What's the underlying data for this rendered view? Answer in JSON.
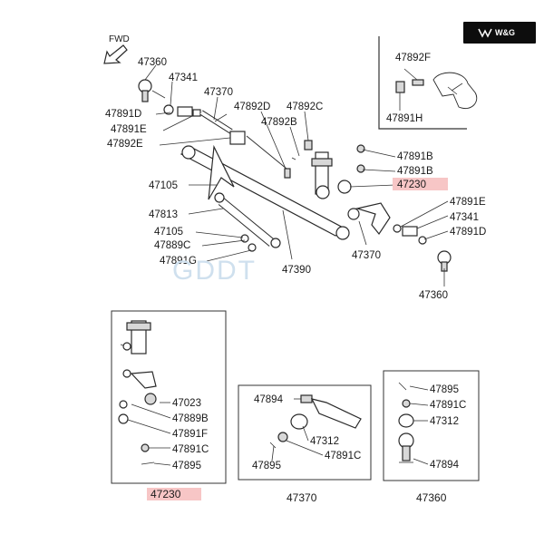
{
  "brand": {
    "label": "W&G",
    "logo": "wing-logo-icon"
  },
  "watermark": "GDDT",
  "fwd_label": "FWD",
  "accent": {
    "highlight": "#f7c6c6",
    "brand_bg": "#0d0d0d"
  },
  "main_labels": {
    "l47360a": "47360",
    "l47341a": "47341",
    "l47370a": "47370",
    "l47891d_a": "47891D",
    "l47891e_a": "47891E",
    "l47892e": "47892E",
    "l47892d": "47892D",
    "l47892c": "47892C",
    "l47892b": "47892B",
    "l47892f": "47892F",
    "l47891h": "47891H",
    "l47891b_1": "47891B",
    "l47891b_2": "47891B",
    "l47230": "47230",
    "l47105a": "47105",
    "l47813": "47813",
    "l47105b": "47105",
    "l47889c": "47889C",
    "l47891g": "47891G",
    "l47390": "47390",
    "l47370b": "47370",
    "l47891e_b": "47891E",
    "l47341b": "47341",
    "l47891d_b": "47891D",
    "l47360b": "47360"
  },
  "box_47230": {
    "caption": "47230",
    "items": [
      "47023",
      "47889B",
      "47891F",
      "47891C",
      "47895"
    ]
  },
  "box_47370": {
    "caption": "47370",
    "items": [
      "47894",
      "47312",
      "47891C",
      "47895"
    ]
  },
  "box_47360": {
    "caption": "47360",
    "items": [
      "47895",
      "47891C",
      "47312",
      "47894"
    ]
  }
}
